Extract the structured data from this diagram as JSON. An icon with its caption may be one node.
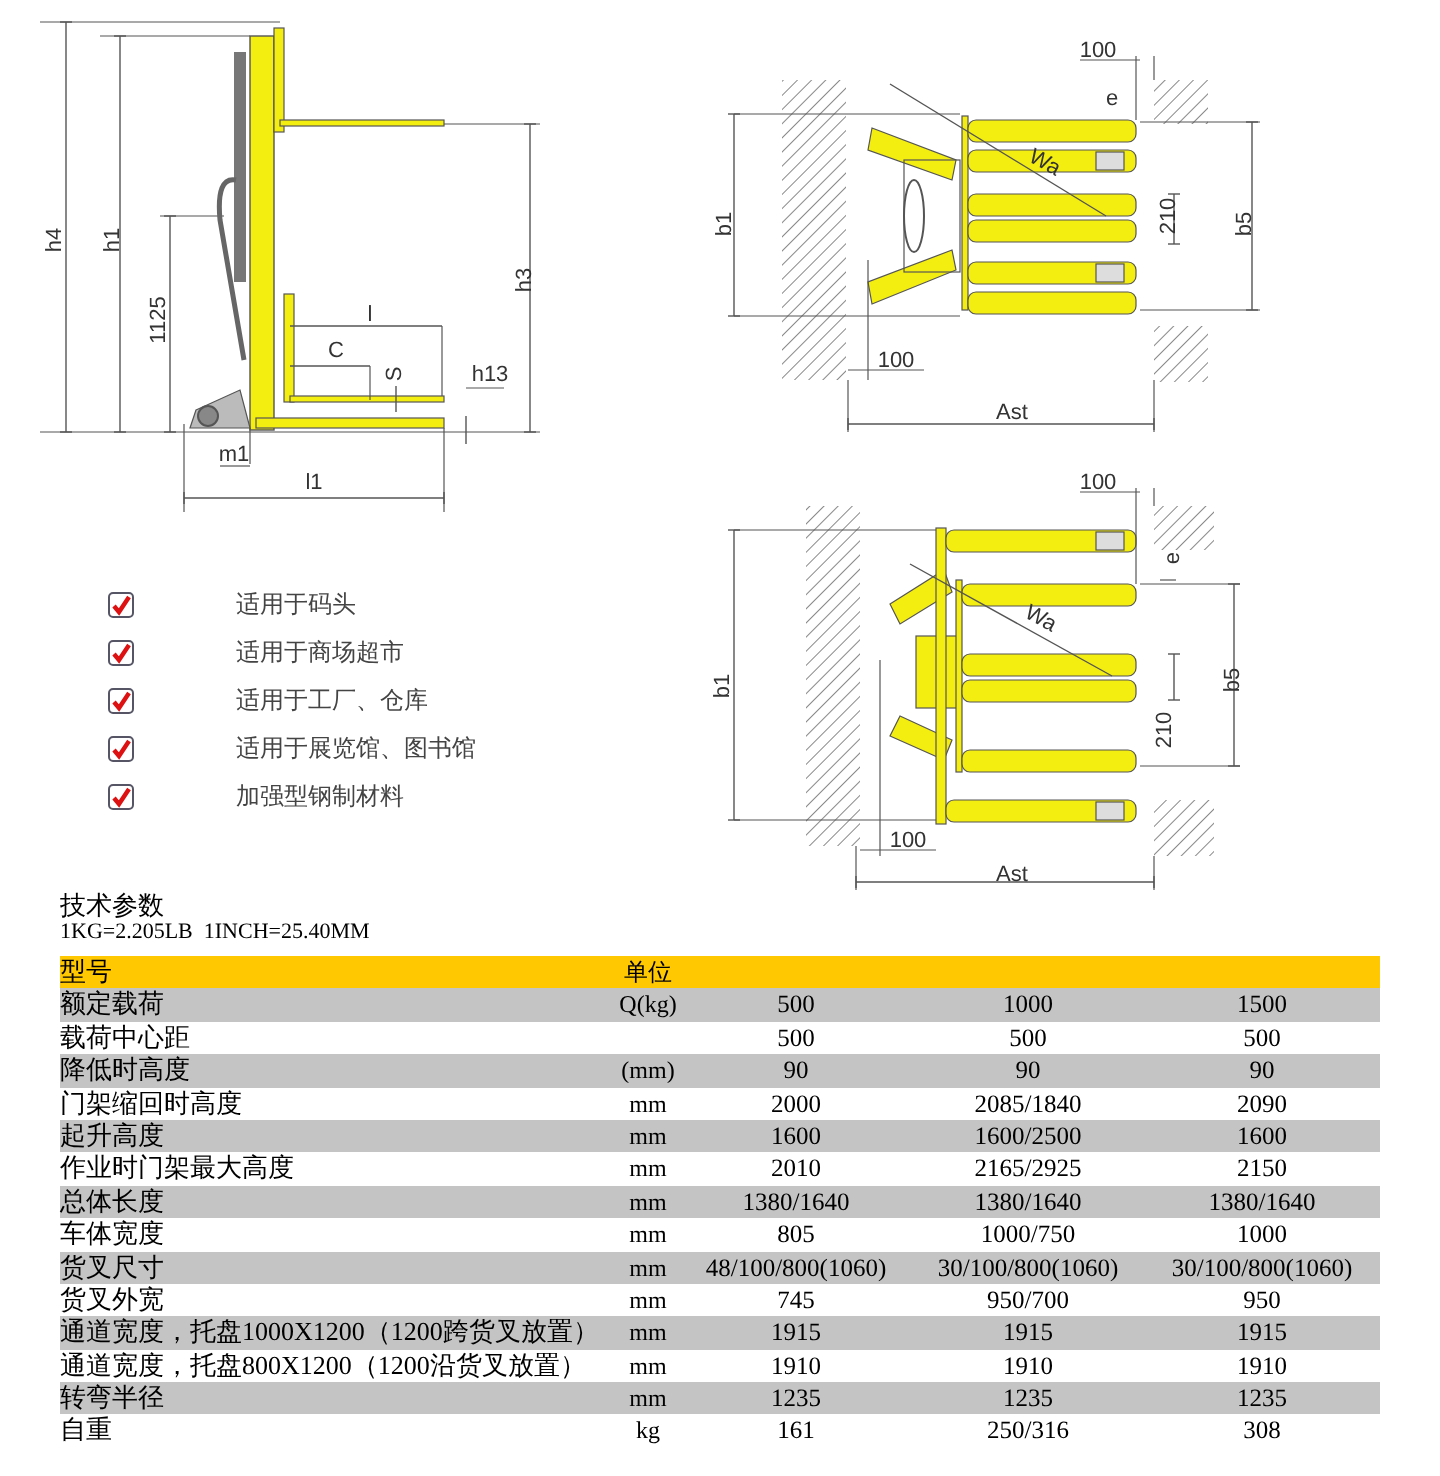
{
  "diagram": {
    "labels": [
      "h4",
      "h1",
      "1125",
      "h3",
      "l",
      "C",
      "S",
      "h13",
      "m1",
      "l1",
      "100",
      "e",
      "Wa",
      "210",
      "b1",
      "b5",
      "100",
      "Ast",
      "100",
      "e",
      "Wa",
      "b1",
      "b5",
      "210",
      "100",
      "Ast",
      "适用于码头",
      "适用于商场超市",
      "适用于工厂、仓库",
      "适用于展览馆、图书馆",
      "加强型钢制材料",
      "技术参数",
      "1KG=2.205LB  1INCH=25.40MM",
      "型号",
      "单位",
      "额定载荷",
      "Q(kg)",
      "500",
      "1000",
      "1500",
      "载荷中心距",
      "500",
      "500",
      "500",
      "降低时高度",
      "(mm)",
      "90",
      "90",
      "90",
      "门架缩回时高度",
      "mm",
      "2000",
      "2085/1840",
      "2090",
      "起升高度",
      "mm",
      "1600",
      "1600/2500",
      "1600",
      "作业时门架最大高度",
      "mm",
      "2010",
      "2165/2925",
      "2150",
      "总体长度",
      "mm",
      "1380/1640",
      "1380/1640",
      "1380/1640",
      "车体宽度",
      "mm",
      "805",
      "1000/750",
      "1000",
      "货叉尺寸",
      "mm",
      "48/100/800(1060)",
      "30/100/800(1060)",
      "30/100/800(1060)",
      "货叉外宽",
      "mm",
      "745",
      "950/700",
      "950",
      "通道宽度，托盘1000X1200（1200跨货叉放置）",
      "mm",
      "1915",
      "1915",
      "1915",
      "通道宽度，托盘800X1200（1200沿货叉放置）",
      "mm",
      "1910",
      "1910",
      "1910",
      "转弯半径",
      "mm",
      "1235",
      "1235",
      "1235",
      "自重",
      "kg",
      "161",
      "250/316",
      "308"
    ]
  }
}
